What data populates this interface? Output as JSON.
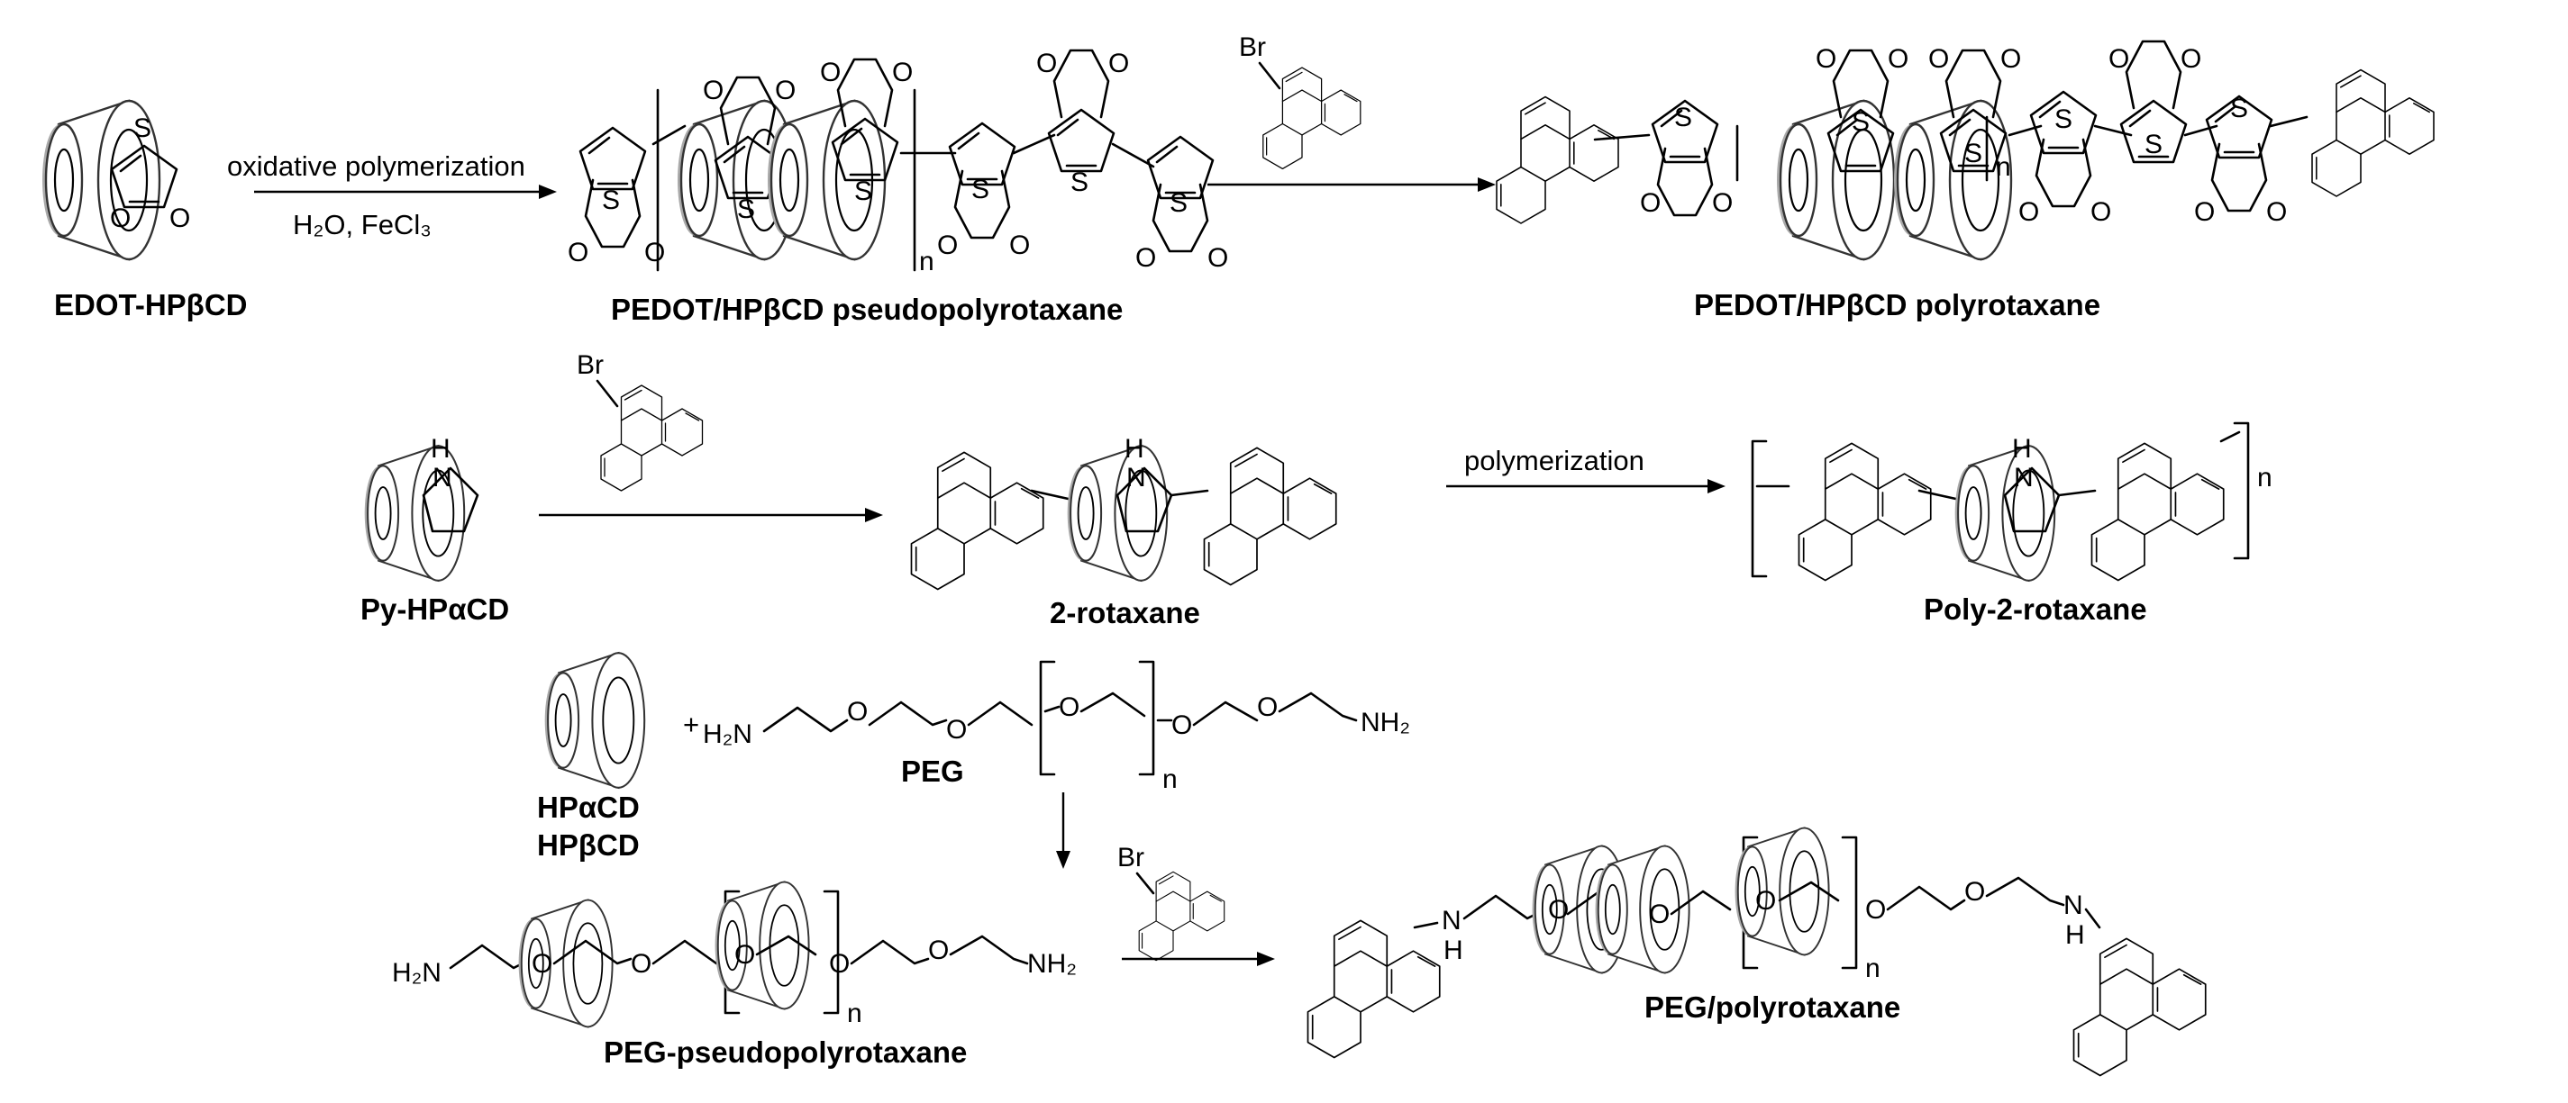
{
  "rows": {
    "row1": {
      "reactant_label": "EDOT-HPβCD",
      "condition_top": "oxidative polymerization",
      "condition_bottom": "H₂O, FeCl₃",
      "intermediate_label": "PEDOT/HPβCD pseudopolyrotaxane",
      "reagent": "Br",
      "product_label": "PEDOT/HPβCD polyrotaxane"
    },
    "row2": {
      "reactant_label": "Py-HPαCD",
      "reagent": "Br",
      "intermediate_label": "2-rotaxane",
      "condition": "polymerization",
      "product_label": "Poly-2-rotaxane"
    },
    "row3": {
      "cd_label_1": "HPαCD",
      "cd_label_2": "HPβCD",
      "peg_label": "PEG",
      "intermediate_label": "PEG-pseudopolyrotaxane",
      "reagent": "Br",
      "product_label": "PEG/polyrotaxane"
    }
  },
  "atoms": {
    "S": "S",
    "O": "O",
    "N": "N",
    "H": "H",
    "n": "n",
    "plus": "+",
    "H2N": "H₂N",
    "NH2": "NH₂"
  }
}
